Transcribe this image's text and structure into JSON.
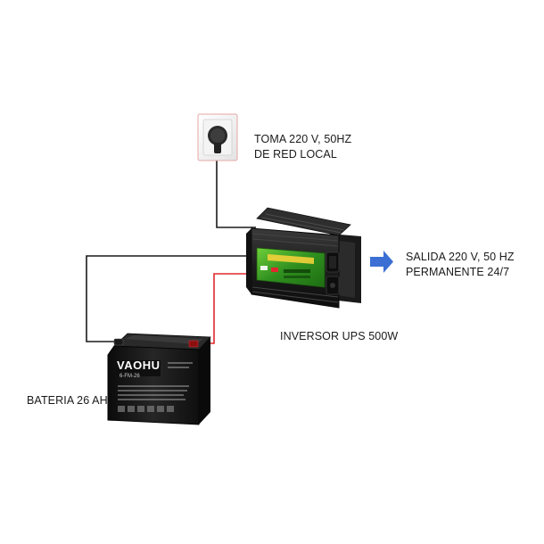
{
  "labels": {
    "outlet": {
      "line1": "TOMA 220 V, 50HZ",
      "line2": "DE RED LOCAL"
    },
    "output": {
      "line1": "SALIDA 220 V, 50 HZ",
      "line2": "PERMANENTE 24/7"
    },
    "inverter": "INVERSOR UPS 500W",
    "battery": "BATERIA 26 AH"
  },
  "battery_markings": {
    "brand": "VAOHU",
    "model": "6-FM-26"
  },
  "colors": {
    "wire_black": "#1a1a1a",
    "wire_red": "#e0282f",
    "arrow": "#3b6fd4",
    "inverter_green": "#3a9a2a",
    "battery_body": "#151515"
  }
}
